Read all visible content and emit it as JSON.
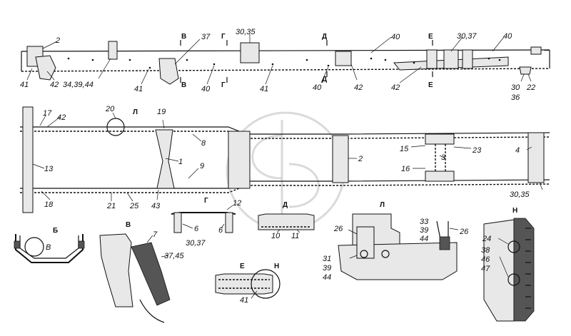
{
  "side_view": {
    "callouts": [
      "2",
      "37",
      "30,35",
      "40",
      "40",
      "30,37",
      "40",
      "41",
      "42",
      "34,39,44",
      "41",
      "40",
      "41",
      "40",
      "42",
      "42",
      "30",
      "36",
      "22"
    ],
    "section_marks": [
      "В",
      "Г",
      "Д",
      "Е",
      "В",
      "Г",
      "Д",
      "Е"
    ]
  },
  "top_view": {
    "callouts": [
      "17",
      "42",
      "20",
      "Л",
      "19",
      "13",
      "1",
      "8",
      "9",
      "2",
      "15",
      "3",
      "23",
      "4",
      "16",
      "18",
      "21",
      "25",
      "43",
      "30,35"
    ]
  },
  "detail_g": {
    "title": "Г",
    "callouts": [
      "12",
      "6",
      "6",
      "30,37"
    ]
  },
  "detail_d": {
    "title": "Д",
    "callouts": [
      "10",
      "11"
    ]
  },
  "detail_b": {
    "title": "Б",
    "callouts": [
      "В"
    ]
  },
  "detail_v": {
    "title": "В",
    "callouts": [
      "7",
      "37,45"
    ]
  },
  "detail_e": {
    "title": "Е",
    "callouts": [
      "Н",
      "41"
    ]
  },
  "detail_l": {
    "title": "Л",
    "callouts": [
      "26",
      "31",
      "39",
      "44",
      "33",
      "39",
      "44",
      "26"
    ]
  },
  "detail_n": {
    "title": "Н",
    "callouts": [
      "24",
      "38",
      "46",
      "47"
    ]
  }
}
